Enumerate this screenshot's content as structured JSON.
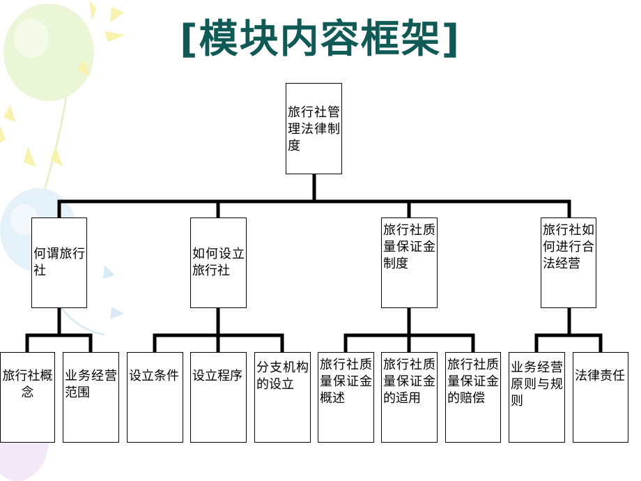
{
  "title": "[模块内容框架]",
  "root": {
    "label": "旅行社管理法律制度"
  },
  "branches": [
    {
      "label": "何谓旅行社",
      "children": [
        "旅行社概念",
        "业务经营范围"
      ]
    },
    {
      "label": "如何设立旅行社",
      "children": [
        "设立条件",
        "设立程序",
        "分支机构的设立"
      ]
    },
    {
      "label": "旅行社质量保证金制度",
      "children": [
        "旅行社质量保证金概述",
        "旅行社质量保证金的适用",
        "旅行社质量保证金的赔偿"
      ]
    },
    {
      "label": "旅行社如何进行合法经营",
      "children": [
        "业务经营原则与规则",
        "法律责任"
      ]
    }
  ],
  "colors": {
    "title": "#0f5a55",
    "line": "#000000"
  }
}
